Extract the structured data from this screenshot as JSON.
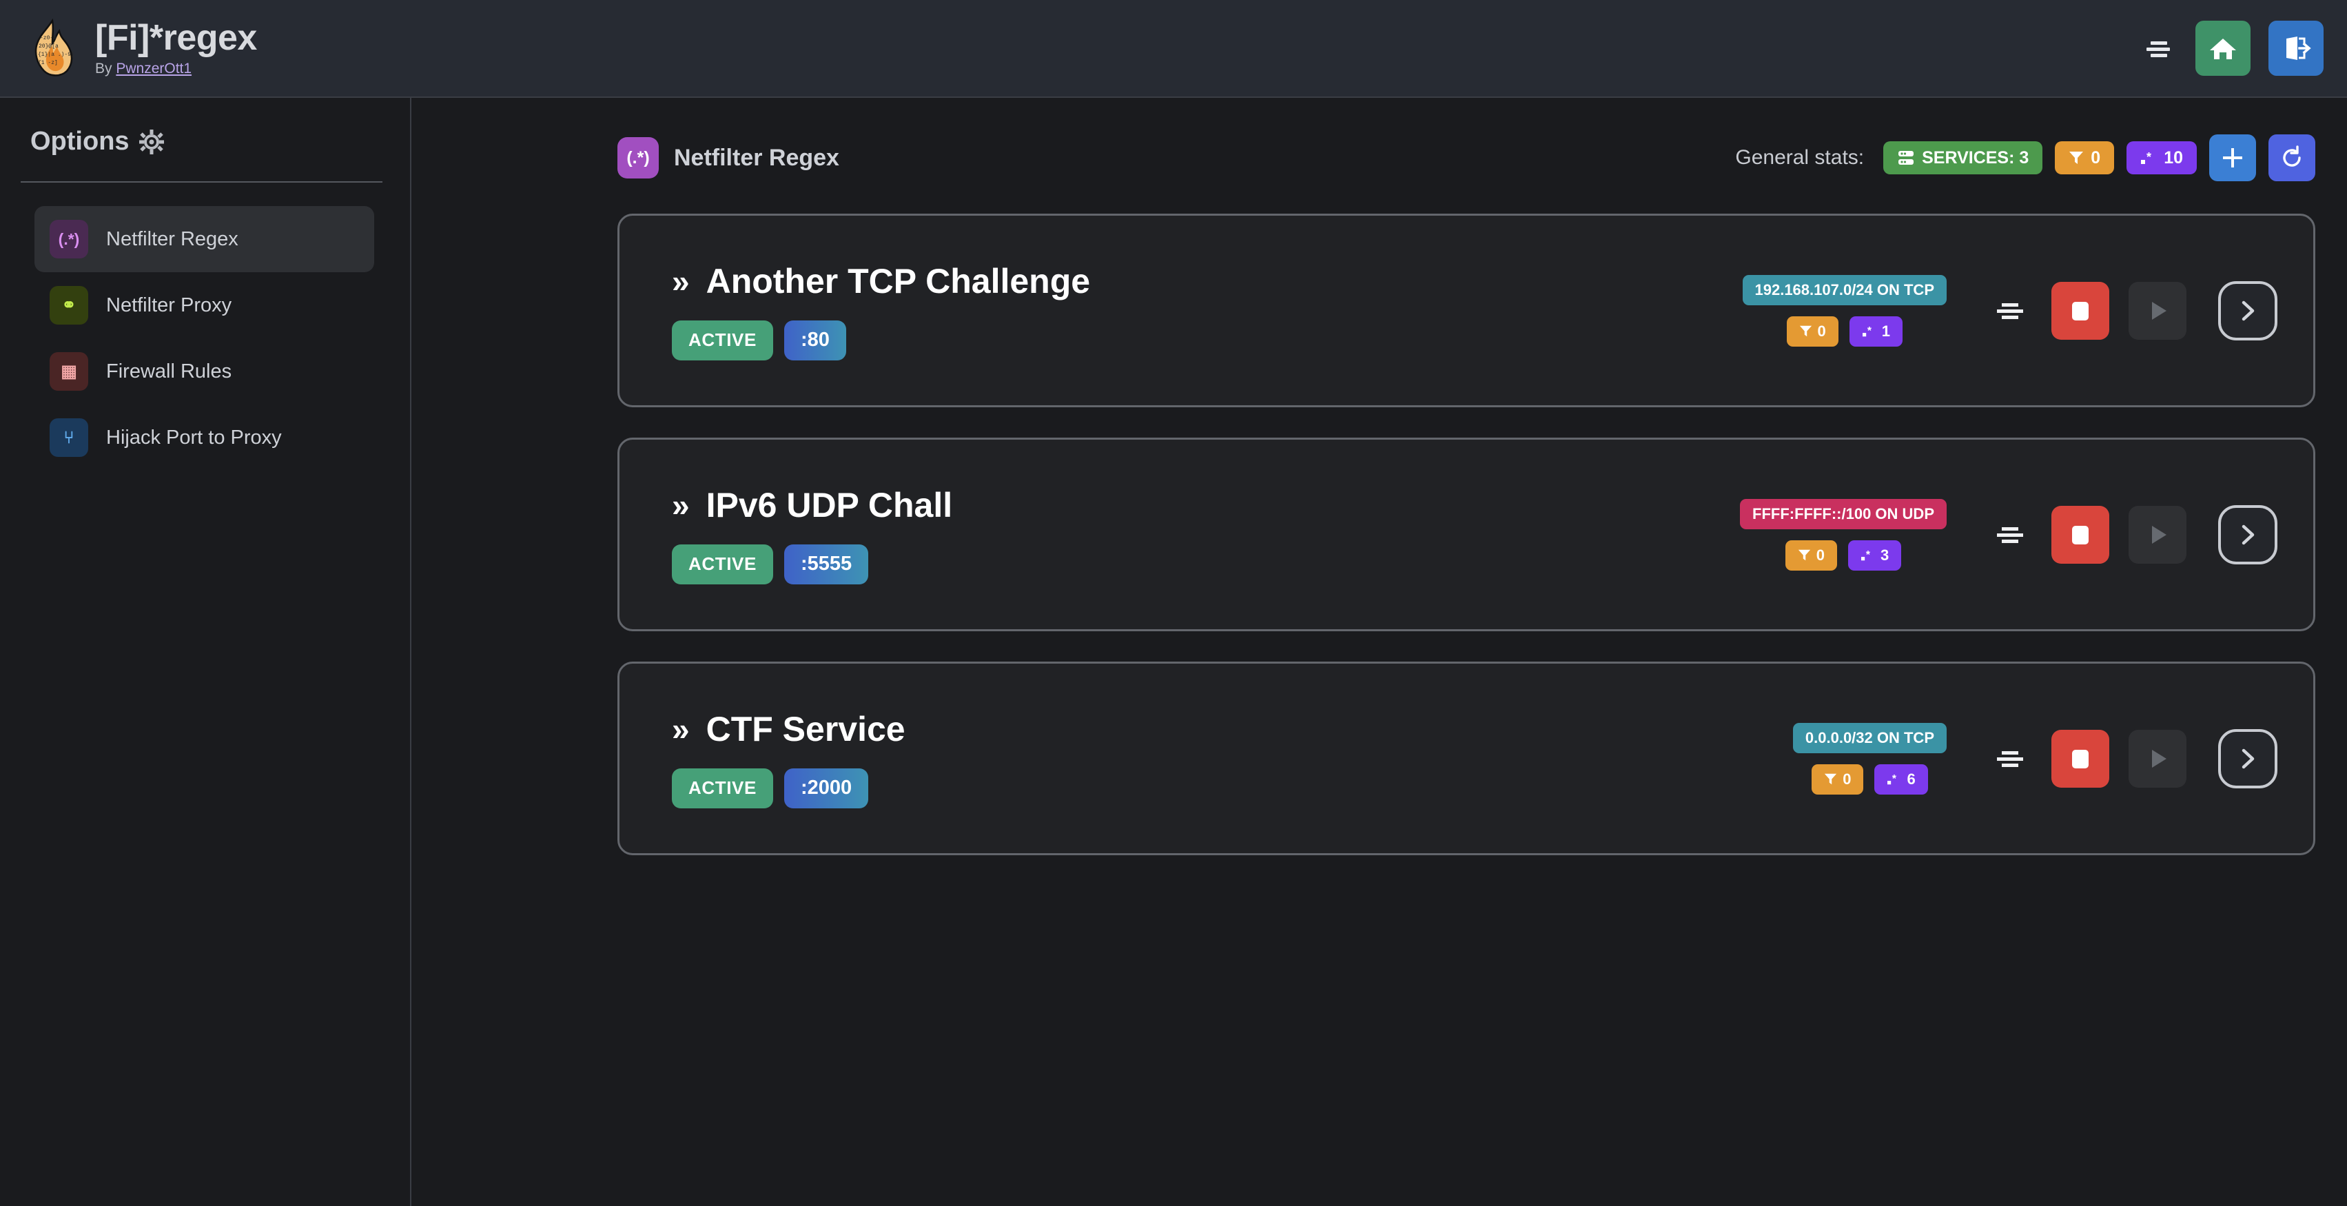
{
  "header": {
    "title": "[Fi]*regex",
    "by_prefix": "By ",
    "author": "PwnzerOtt1",
    "logo_icon": "flame-icon",
    "menu_icon": "menu-icon",
    "home_icon": "home-icon",
    "logout_icon": "logout-icon"
  },
  "sidebar": {
    "title": "Options",
    "title_icon": "gear-icon",
    "items": [
      {
        "label": "Netfilter Regex",
        "icon": "regex-icon",
        "glyph": "(.*)",
        "active": true
      },
      {
        "label": "Netfilter Proxy",
        "icon": "plug-icon",
        "glyph": "⚭",
        "active": false
      },
      {
        "label": "Firewall Rules",
        "icon": "brick-wall-icon",
        "glyph": "▦",
        "active": false
      },
      {
        "label": "Hijack Port to Proxy",
        "icon": "route-fork-icon",
        "glyph": "⑂",
        "active": false
      }
    ]
  },
  "main": {
    "page_title": "Netfilter Regex",
    "page_title_icon": "regex-icon",
    "page_title_glyph": "(.*)",
    "stats": {
      "label": "General stats:",
      "services_label": "SERVICES: 3",
      "services_icon": "server-icon",
      "filters_count": "0",
      "filters_icon": "funnel-icon",
      "regex_count": "10",
      "regex_icon": "regex-dot-star-icon",
      "add_label": "+",
      "add_icon": "plus-icon",
      "refresh_icon": "refresh-icon"
    },
    "cards": [
      {
        "name": "Another TCP Challenge",
        "chevron": "»",
        "status": "ACTIVE",
        "port": ":80",
        "network": "192.168.107.0/24 ON TCP",
        "network_kind": "tcp",
        "filters_count": "0",
        "regex_count": "1",
        "handle_icon": "drag-handle-icon",
        "stop_icon": "stop-icon",
        "play_icon": "play-icon",
        "open_icon": "chevron-right-icon"
      },
      {
        "name": "IPv6 UDP Chall",
        "chevron": "»",
        "status": "ACTIVE",
        "port": ":5555",
        "network": "FFFF:FFFF::/100 ON UDP",
        "network_kind": "udp",
        "filters_count": "0",
        "regex_count": "3",
        "handle_icon": "drag-handle-icon",
        "stop_icon": "stop-icon",
        "play_icon": "play-icon",
        "open_icon": "chevron-right-icon"
      },
      {
        "name": "CTF Service",
        "chevron": "»",
        "status": "ACTIVE",
        "port": ":2000",
        "network": "0.0.0.0/32 ON TCP",
        "network_kind": "tcp",
        "filters_count": "0",
        "regex_count": "6",
        "handle_icon": "drag-handle-icon",
        "stop_icon": "stop-icon",
        "play_icon": "play-icon",
        "open_icon": "chevron-right-icon"
      }
    ]
  },
  "colors": {
    "header_bg": "#272b33",
    "body_bg": "#1a1b1e",
    "card_bg": "#212225",
    "card_border": "#63666c",
    "accent_green": "#46a078",
    "accent_red": "#d9453c",
    "accent_purple": "#7c3aed",
    "accent_orange": "#e49a33",
    "accent_teal": "#3b93a5",
    "accent_pink": "#c9305f",
    "accent_blue": "#3b7fd4"
  }
}
